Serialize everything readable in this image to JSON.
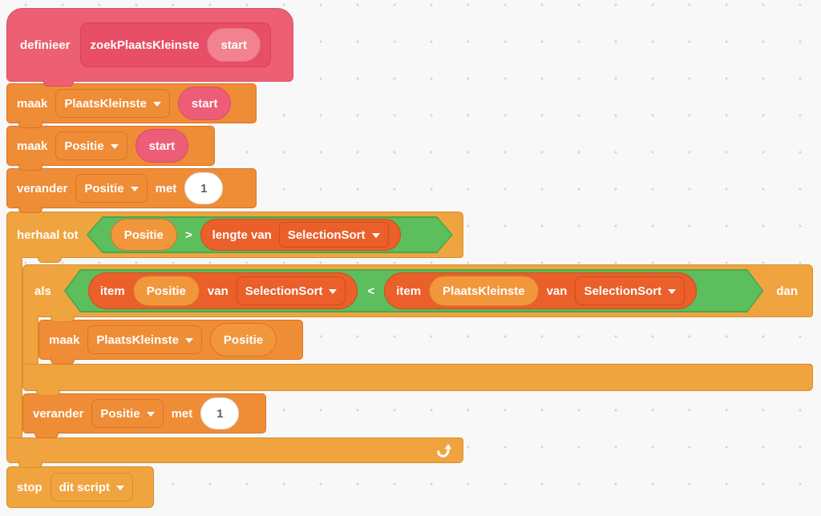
{
  "workspace": {
    "colors": {
      "my_blocks": "#ED6074",
      "my_blocks_prototype": "#E84E66",
      "variables": "#EF8C36",
      "control": "#F0A43F",
      "lists": "#EA5F2A",
      "operators": "#5CBE5C",
      "background": "#f8f8f8"
    },
    "blocks": {
      "define": {
        "keyword": "definieer",
        "name": "zoekPlaatsKleinste",
        "arg": "start"
      },
      "set_plaatskleinste_start": {
        "keyword": "maak",
        "variable": "PlaatsKleinste",
        "value": "start"
      },
      "set_positie_start": {
        "keyword": "maak",
        "variable": "Positie",
        "value": "start"
      },
      "change_positie_1": {
        "keyword": "verander",
        "variable": "Positie",
        "by_word": "met",
        "value": "1"
      },
      "repeat_until": {
        "keyword": "herhaal tot",
        "condition": {
          "left_var": "Positie",
          "operator": ">",
          "length_word": "lengte van",
          "list": "SelectionSort"
        }
      },
      "if_then": {
        "keyword": "als",
        "then_word": "dan",
        "operator": "<",
        "left": {
          "item_word": "item",
          "var": "Positie",
          "of_word": "van",
          "list": "SelectionSort"
        },
        "right": {
          "item_word": "item",
          "var": "PlaatsKleinste",
          "of_word": "van",
          "list": "SelectionSort"
        }
      },
      "set_plaatskleinste_positie": {
        "keyword": "maak",
        "variable": "PlaatsKleinste",
        "value": "Positie"
      },
      "change_positie_1_inner": {
        "keyword": "verander",
        "variable": "Positie",
        "by_word": "met",
        "value": "1"
      },
      "stop": {
        "keyword": "stop",
        "option": "dit script"
      }
    }
  }
}
